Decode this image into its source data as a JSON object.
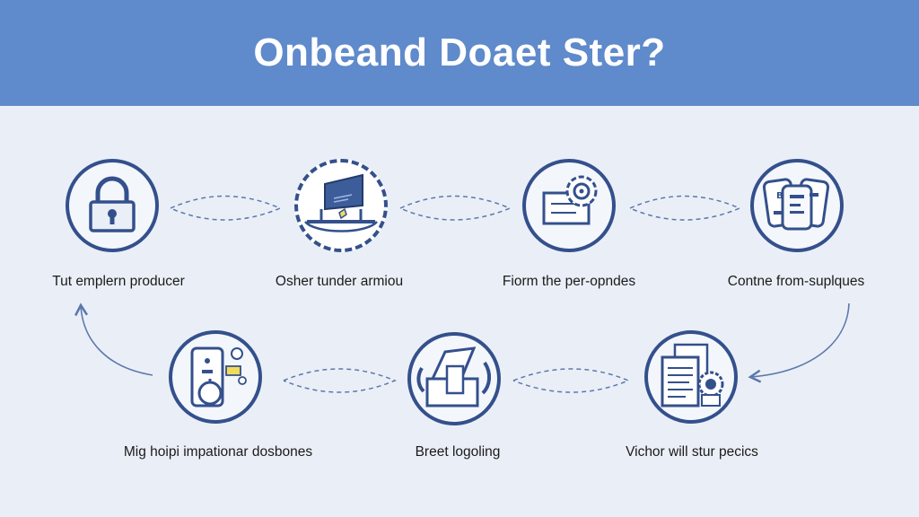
{
  "header": {
    "title": "Onbeand Doaet Ster?"
  },
  "nodes": [
    {
      "label": "Tut emplern producer",
      "icon": "padlock-icon"
    },
    {
      "label": "Osher tunder armiou",
      "icon": "monitor-desk-icon"
    },
    {
      "label": "Fiorm the per-opndes",
      "icon": "document-gear-icon"
    },
    {
      "label": "Contne from-suplques",
      "icon": "stacked-cards-icon"
    },
    {
      "label": "Mig hoipi impationar dosbones",
      "icon": "phone-badge-icon"
    },
    {
      "label": "Breet logoling",
      "icon": "open-box-icon"
    },
    {
      "label": "Vichor will stur pecics",
      "icon": "documents-certificate-icon"
    }
  ],
  "colors": {
    "header": "#5f8acb",
    "background": "#eaeff7",
    "outline": "#34508c",
    "connector": "#5c79ad",
    "accent_yellow": "#f1dc5a"
  }
}
